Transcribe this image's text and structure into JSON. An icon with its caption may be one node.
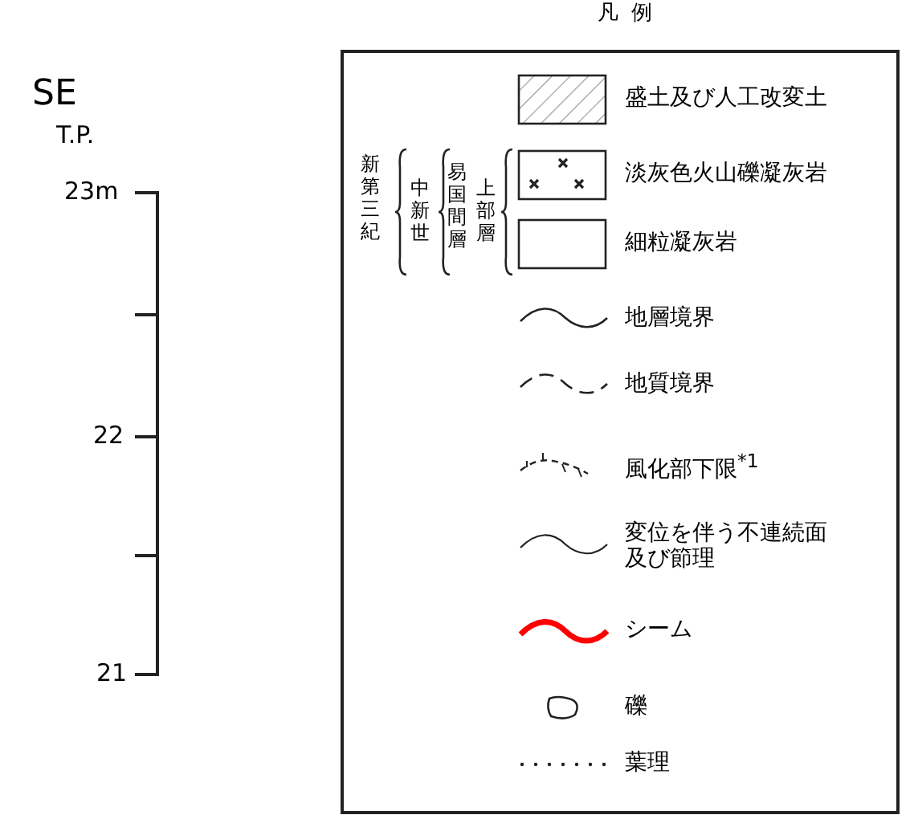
{
  "diagram": {
    "title": "凡例",
    "labels": [
      "SE",
      "T.P.",
      "23m",
      "22",
      "21",
      "新第三紀",
      "中新世",
      "易国間層",
      "上部層"
    ],
    "legend": [
      {
        "text": "盛土及び人工改変土"
      },
      {
        "text": "淡灰色火山礫凝灰岩"
      },
      {
        "text": "細粒凝灰岩"
      },
      {
        "text": "地層境界"
      },
      {
        "text": "地質境界"
      },
      {
        "text": "風化部下限$^{*1}$"
      },
      {
        "text": "変位を伴う不連続面及び節理"
      },
      {
        "text": "シーム"
      },
      {
        "text": "礫"
      },
      {
        "text": "葉理"
      }
    ]
  }
}
